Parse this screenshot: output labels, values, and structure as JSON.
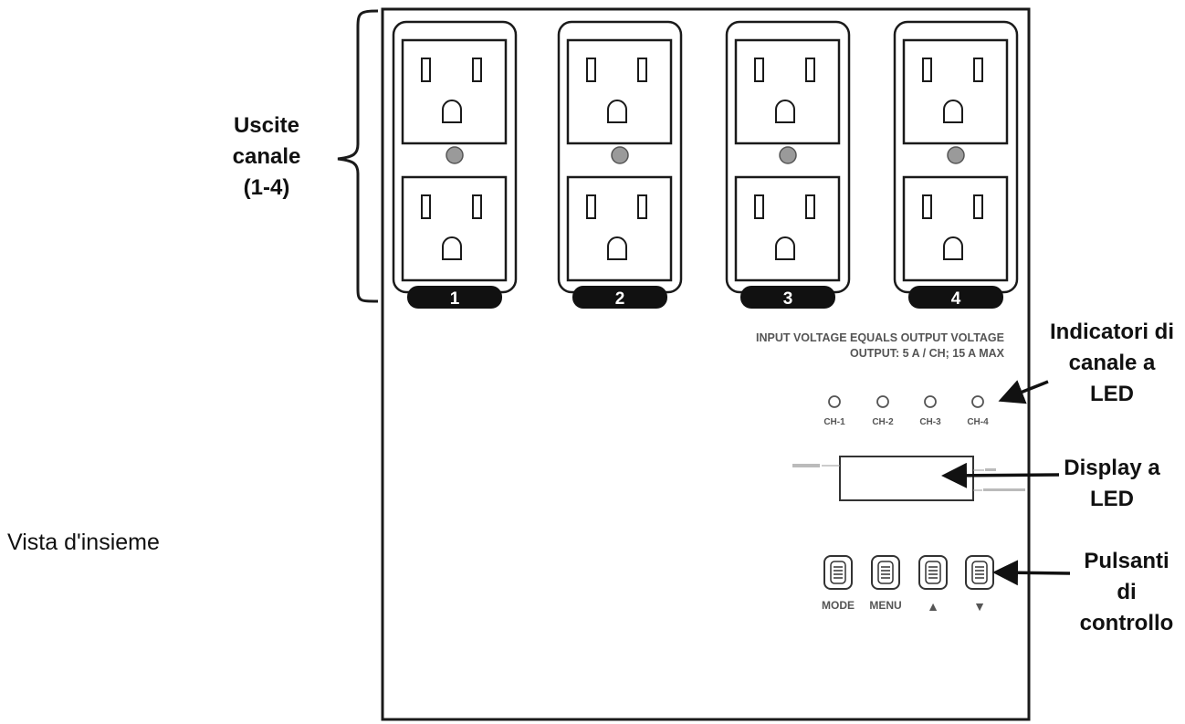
{
  "labels": {
    "outputs": [
      "Uscite",
      "canale",
      "(1-4)"
    ],
    "indicators": [
      "Indicatori di",
      "canale a",
      "LED"
    ],
    "display": [
      "Display a",
      "LED"
    ],
    "buttons": [
      "Pulsanti",
      "di",
      "controllo"
    ],
    "overview": "Vista d'insieme"
  },
  "panel": {
    "channels": [
      "1",
      "2",
      "3",
      "4"
    ],
    "spec_line1": "INPUT VOLTAGE EQUALS OUTPUT VOLTAGE",
    "spec_line2": "OUTPUT: 5 A / CH; 15 A MAX",
    "led_labels": [
      "CH-1",
      "CH-2",
      "CH-3",
      "CH-4"
    ],
    "button_labels": [
      "MODE",
      "MENU",
      "▲",
      "▼"
    ]
  },
  "colors": {
    "line": "#1a1a1a",
    "led_gray": "#9a9a9a",
    "channel_tab": "#111111"
  }
}
